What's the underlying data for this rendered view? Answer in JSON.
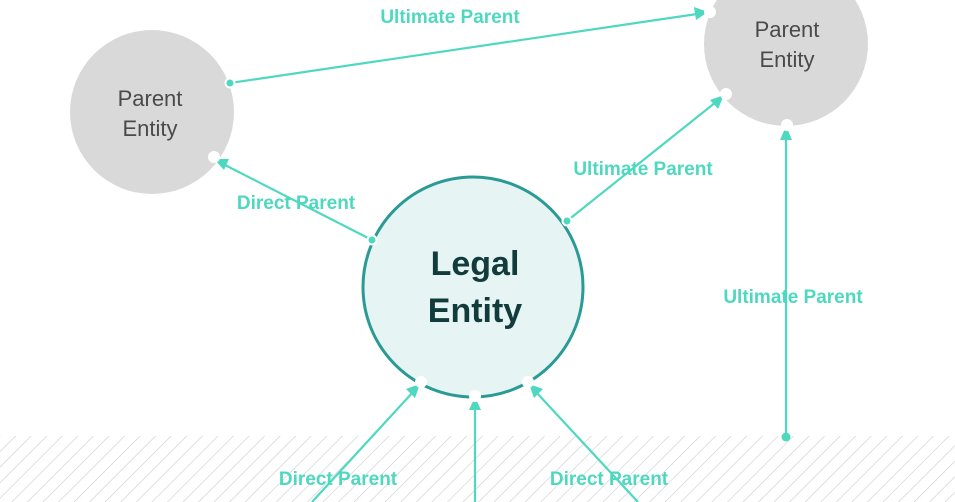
{
  "nodes": {
    "parent_left": {
      "line1": "Parent",
      "line2": "Entity"
    },
    "parent_right": {
      "line1": "Parent",
      "line2": "Entity"
    },
    "legal": {
      "line1": "Legal",
      "line2": "Entity"
    }
  },
  "edges": {
    "ultimate_top": "Ultimate Parent",
    "ultimate_mid": "Ultimate Parent",
    "ultimate_right": "Ultimate Parent",
    "direct_upper": "Direct Parent",
    "direct_bottom_left": "Direct Parent",
    "direct_bottom_right": "Direct Parent"
  },
  "colors": {
    "accent": "#4fd8c0",
    "parent_fill": "#d9d9d9",
    "legal_fill": "#e6f4f4",
    "legal_stroke": "#2a9a94",
    "legal_text": "#123c3c",
    "parent_text": "#4a4a4a",
    "hatch": "#cfcfcf"
  }
}
